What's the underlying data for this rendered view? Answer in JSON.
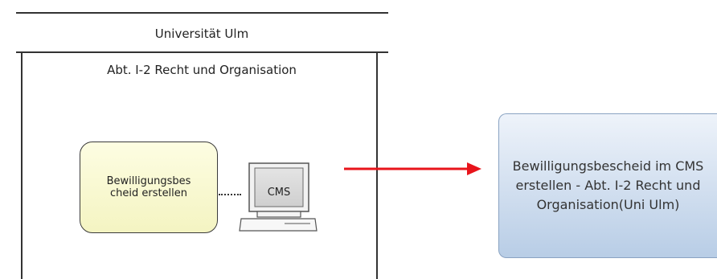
{
  "organization": {
    "name": "Universität Ulm",
    "department": "Abt. I-2 Recht und Organisation"
  },
  "process_step": {
    "label": "Bewilligungsbes cheid erstellen"
  },
  "system": {
    "label": "CMS",
    "icon": "computer-icon"
  },
  "mapping_arrow": {
    "color": "#e8141b"
  },
  "task": {
    "label": "Bewilligungsbescheid im CMS erstellen - Abt. I-2 Recht und Organisation(Uni Ulm)"
  }
}
